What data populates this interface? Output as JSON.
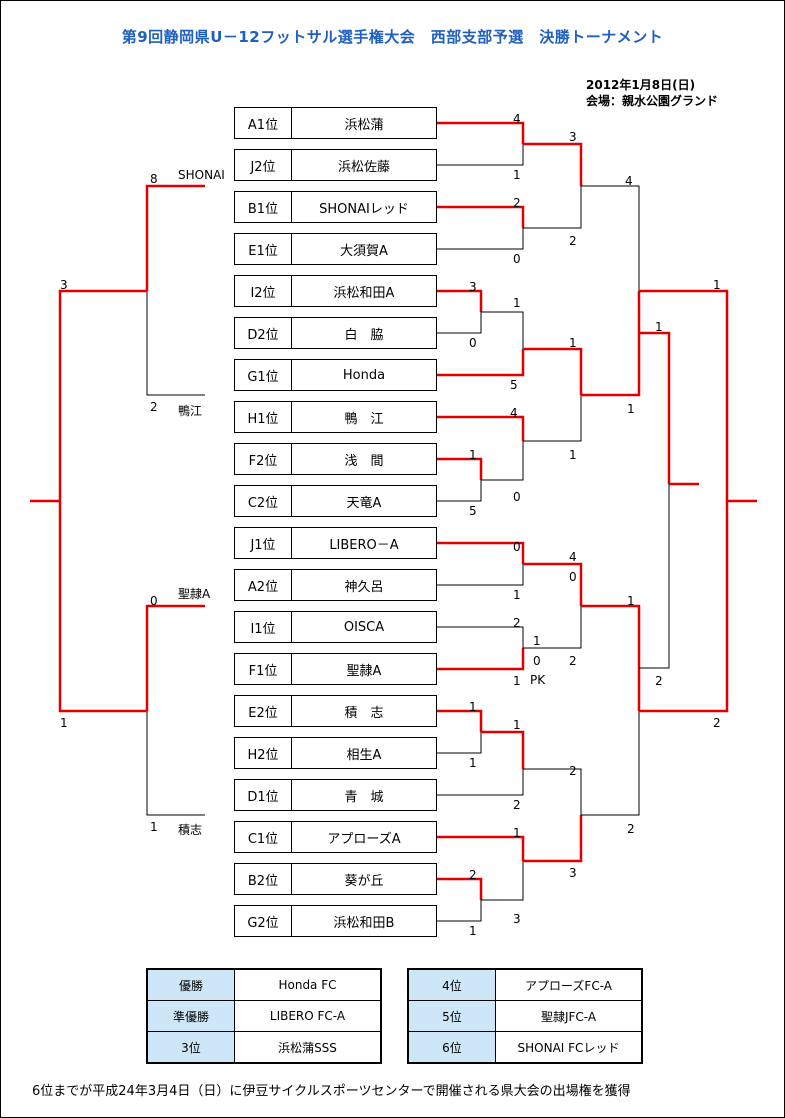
{
  "title": "第9回静岡県U－12フットサル選手権大会　西部支部予選　決勝トーナメント",
  "date": "2012年1月8日(日)",
  "venue": "会場：親水公園グランド",
  "teams": [
    {
      "seed": "A1位",
      "name": "浜松蒲"
    },
    {
      "seed": "J2位",
      "name": "浜松佐藤"
    },
    {
      "seed": "B1位",
      "name": "SHONAIレッド"
    },
    {
      "seed": "E1位",
      "name": "大須賀A"
    },
    {
      "seed": "I2位",
      "name": "浜松和田A"
    },
    {
      "seed": "D2位",
      "name": "白　脇"
    },
    {
      "seed": "G1位",
      "name": "Honda"
    },
    {
      "seed": "H1位",
      "name": "鴨　江"
    },
    {
      "seed": "F2位",
      "name": "浅　間"
    },
    {
      "seed": "C2位",
      "name": "天竜A"
    },
    {
      "seed": "J1位",
      "name": "LIBERO－A"
    },
    {
      "seed": "A2位",
      "name": "神久呂"
    },
    {
      "seed": "I1位",
      "name": "OISCA"
    },
    {
      "seed": "F1位",
      "name": "聖隷A"
    },
    {
      "seed": "E2位",
      "name": "積　志"
    },
    {
      "seed": "H2位",
      "name": "相生A"
    },
    {
      "seed": "D1位",
      "name": "青　城"
    },
    {
      "seed": "C1位",
      "name": "アプローズA"
    },
    {
      "seed": "B2位",
      "name": "葵が丘"
    },
    {
      "seed": "G2位",
      "name": "浜松和田B"
    }
  ],
  "scores": [
    "4",
    "1",
    "2",
    "0",
    "3",
    "0",
    "5",
    "4",
    "1",
    "5",
    "0",
    "1",
    "2",
    "1",
    "1",
    "1",
    "2",
    "1",
    "3",
    "2",
    "1",
    "1",
    "4",
    "0",
    "4",
    "1",
    "1",
    "2",
    "1",
    "0",
    "2",
    "2",
    "3",
    "1",
    "0",
    "1",
    "3",
    "1",
    "2",
    "1",
    "2",
    "8",
    "0",
    "3",
    "1",
    "2",
    "1",
    "2",
    "1"
  ],
  "pk_label": "PK",
  "left_labels": [
    "SHONAI",
    "鴨江",
    "聖隷A",
    "積志"
  ],
  "results_left": [
    {
      "rank": "優勝",
      "team": "Honda FC"
    },
    {
      "rank": "準優勝",
      "team": "LIBERO FC-A"
    },
    {
      "rank": "3位",
      "team": "浜松蒲SSS"
    }
  ],
  "results_right": [
    {
      "rank": "4位",
      "team": "アプローズFC-A"
    },
    {
      "rank": "5位",
      "team": "聖隷JFC-A"
    },
    {
      "rank": "6位",
      "team": "SHONAI FCレッド"
    }
  ],
  "footer": "6位までが平成24年3月4日（日）に伊豆サイクルスポーツセンターで開催される県大会の出場権を獲得",
  "colors": {
    "win_line": "#e00000",
    "title": "#1f5fbf",
    "rank_bg": "#cde7f8"
  }
}
